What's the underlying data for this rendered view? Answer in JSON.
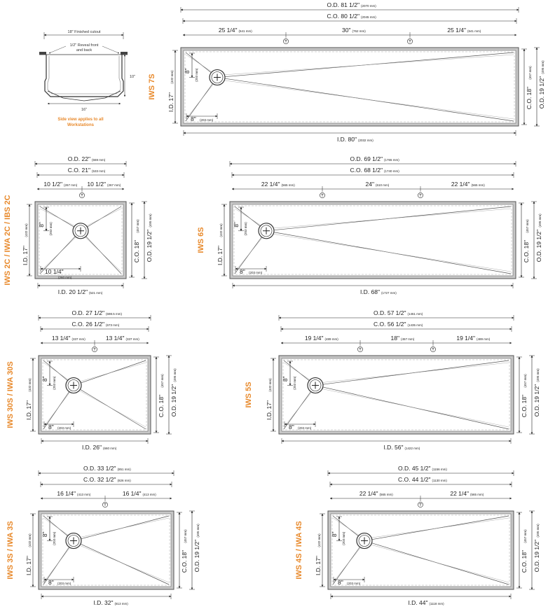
{
  "colors": {
    "accent": "#e8892b",
    "line": "#555555",
    "sink": "#bdbdbd"
  },
  "side_view": {
    "cutout": "18\" Finished cutout",
    "reveal_1": "1/2\" Reveal front",
    "reveal_2": "and back",
    "height": "10\"",
    "width": "16\"",
    "note_1": "Side view applies to all",
    "note_2": "Workstations"
  },
  "drains": {
    "iws7s": {
      "label": "IWS 7S",
      "od": "O.D. 81 1/2\"",
      "od_mm": "(2070 mm)",
      "co": "C.O. 80 1/2\"",
      "co_mm": "(2045 mm)",
      "seg1": "25 1/4\"",
      "seg1_mm": "(641 mm)",
      "seg2": "30\"",
      "seg2_mm": "(762 mm)",
      "seg3": "25 1/4\"",
      "seg3_mm": "(641 mm)",
      "id_w": "I.D. 80\"",
      "id_w_mm": "(2032 mm)",
      "id_h": "I.D. 17\"",
      "id_h_mm": "(432 mm)",
      "co_h": "C.O. 18\"",
      "co_h_mm": "(457 mm)",
      "od_h": "O.D. 19 1/2\"",
      "od_h_mm": "(495 mm)",
      "drain_v": "8\"",
      "drain_v_mm": "(203 mm)",
      "drain_h": "8\"",
      "drain_h_mm": "(203 mm)"
    },
    "iws2c": {
      "label": "IWS 2C / IWA 2C / IBS 2C",
      "od": "O.D. 22\"",
      "od_mm": "(559 mm)",
      "co": "C.O. 21\"",
      "co_mm": "(533 mm)",
      "seg1": "10 1/2\"",
      "seg1_mm": "(267 mm)",
      "seg2": "10 1/2\"",
      "seg2_mm": "(267 mm)",
      "id_w": "I.D. 20 1/2\"",
      "id_w_mm": "(521 mm)",
      "id_h": "I.D. 17\"",
      "id_h_mm": "(432 mm)",
      "co_h": "C.O. 18\"",
      "co_h_mm": "(457 mm)",
      "od_h": "O.D. 19 1/2\"",
      "od_h_mm": "(495 mm)",
      "drain_v": "8\"",
      "drain_v_mm": "(203 mm)",
      "drain_h": "10 1/4\"",
      "drain_h_mm": "(260 mm)"
    },
    "iws6s": {
      "label": "IWS 6S",
      "od": "O.D. 69 1/2\"",
      "od_mm": "(1765 mm)",
      "co": "C.O. 68 1/2\"",
      "co_mm": "(1740 mm)",
      "seg1": "22 1/4\"",
      "seg1_mm": "(565 mm)",
      "seg2": "24\"",
      "seg2_mm": "(610 mm)",
      "seg3": "22 1/4\"",
      "seg3_mm": "(565 mm)",
      "id_w": "I.D. 68\"",
      "id_w_mm": "(1727 mm)",
      "id_h": "I.D. 17\"",
      "id_h_mm": "(432 mm)",
      "co_h": "C.O. 18\"",
      "co_h_mm": "(457 mm)",
      "od_h": "O.D. 19 1/2\"",
      "od_h_mm": "(495 mm)",
      "drain_v": "8\"",
      "drain_v_mm": "(203 mm)",
      "drain_h": "8\"",
      "drain_h_mm": "(203 mm)"
    },
    "iws30s": {
      "label": "IWS 30S / IWA 30S",
      "od": "O.D. 27 1/2\"",
      "od_mm": "(698.5 mm)",
      "co": "C.O. 26 1/2\"",
      "co_mm": "(673 mm)",
      "seg1": "13 1/4\"",
      "seg1_mm": "(337 mm)",
      "seg2": "13 1/4\"",
      "seg2_mm": "(337 mm)",
      "id_w": "I.D. 26\"",
      "id_w_mm": "(660 mm)",
      "id_h": "I.D. 17\"",
      "id_h_mm": "(432 mm)",
      "co_h": "C.O. 18\"",
      "co_h_mm": "(457 mm)",
      "od_h": "O.D. 19 1/2\"",
      "od_h_mm": "(495 mm)",
      "drain_v": "8\"",
      "drain_v_mm": "(203 mm)",
      "drain_h": "8\"",
      "drain_h_mm": "(203 mm)"
    },
    "iws5s": {
      "label": "IWS 5S",
      "od": "O.D. 57 1/2\"",
      "od_mm": "(1461 mm)",
      "co": "C.O. 56 1/2\"",
      "co_mm": "(1435 mm)",
      "seg1": "19 1/4\"",
      "seg1_mm": "(489 mm)",
      "seg2": "18\"",
      "seg2_mm": "(457 mm)",
      "seg3": "19 1/4\"",
      "seg3_mm": "(489 mm)",
      "id_w": "I.D. 56\"",
      "id_w_mm": "(1422 mm)",
      "id_h": "I.D. 17\"",
      "id_h_mm": "(432 mm)",
      "co_h": "C.O. 18\"",
      "co_h_mm": "(457 mm)",
      "od_h": "O.D. 19 1/2\"",
      "od_h_mm": "(495 mm)",
      "drain_v": "8\"",
      "drain_v_mm": "(203 mm)",
      "drain_h": "8\"",
      "drain_h_mm": "(203 mm)"
    },
    "iws3s": {
      "label": "IWS 3S / IWA 3S",
      "od": "O.D. 33 1/2\"",
      "od_mm": "(851 mm)",
      "co": "C.O. 32 1/2\"",
      "co_mm": "(826 mm)",
      "seg1": "16 1/4\"",
      "seg1_mm": "(413 mm)",
      "seg2": "16 1/4\"",
      "seg2_mm": "(413 mm)",
      "id_w": "I.D. 32\"",
      "id_w_mm": "(813 mm)",
      "id_h": "I.D. 17\"",
      "id_h_mm": "(432 mm)",
      "co_h": "C.O. 18\"",
      "co_h_mm": "(457 mm)",
      "od_h": "O.D. 19 1/2\"",
      "od_h_mm": "(495 mm)",
      "drain_v": "8\"",
      "drain_v_mm": "(203 mm)",
      "drain_h": "8\"",
      "drain_h_mm": "(203 mm)"
    },
    "iws4s": {
      "label": "IWS 4S / IWA 4S",
      "od": "O.D. 45 1/2\"",
      "od_mm": "(1156 mm)",
      "co": "C.O. 44 1/2\"",
      "co_mm": "(1130 mm)",
      "seg1": "22 1/4\"",
      "seg1_mm": "(565 mm)",
      "seg2": "22 1/4\"",
      "seg2_mm": "(565 mm)",
      "id_w": "I.D. 44\"",
      "id_w_mm": "(1118 mm)",
      "id_h": "I.D. 17\"",
      "id_h_mm": "(432 mm)",
      "co_h": "C.O. 18\"",
      "co_h_mm": "(457 mm)",
      "od_h": "O.D. 19 1/2\"",
      "od_h_mm": "(495 mm)",
      "drain_v": "8\"",
      "drain_v_mm": "(203 mm)",
      "drain_h": "8\"",
      "drain_h_mm": "(203 mm)"
    }
  }
}
